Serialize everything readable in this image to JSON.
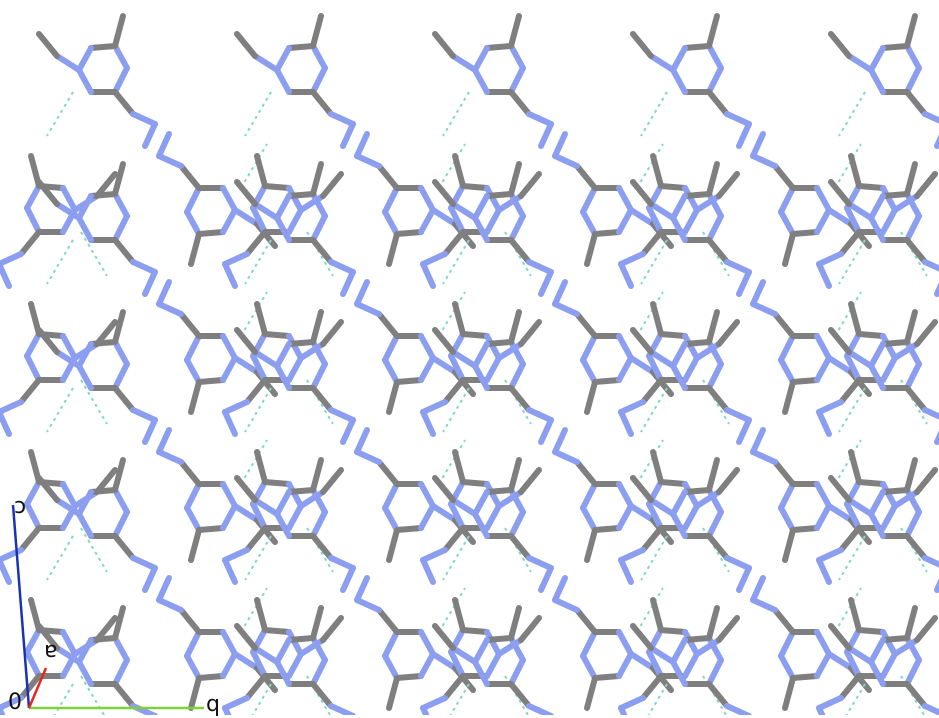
{
  "axes": {
    "origin_label": "0",
    "a_label": "a",
    "b_label": "b",
    "c_label": "c",
    "colors": {
      "a": "#e8261c",
      "b": "#7fd13a",
      "c": "#1a33b5"
    }
  },
  "style": {
    "carbon_color": "#7f7f7f",
    "nitrogen_color": "#8c9ef0",
    "hbond_color": "#7fd9c8",
    "background": "#ffffff"
  },
  "lattice": {
    "columns": 5,
    "rows": 4
  }
}
